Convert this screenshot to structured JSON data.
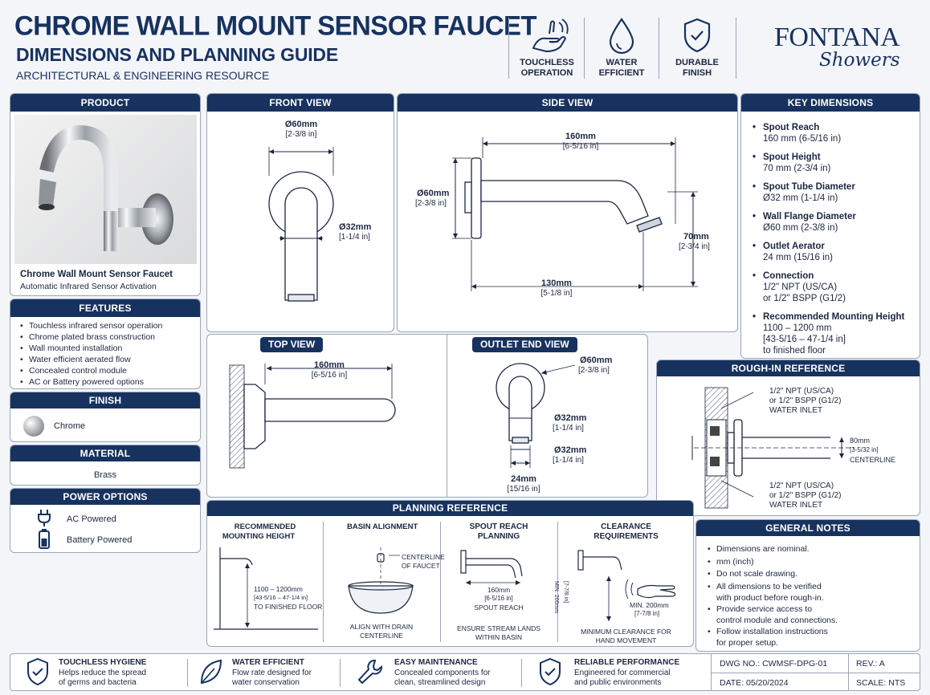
{
  "header": {
    "title": "CHROME WALL MOUNT SENSOR FAUCET",
    "subtitle": "DIMENSIONS AND PLANNING GUIDE",
    "resource": "ARCHITECTURAL & ENGINEERING RESOURCE",
    "badges": [
      {
        "icon": "touchless-hand-icon",
        "line1": "TOUCHLESS",
        "line2": "OPERATION"
      },
      {
        "icon": "water-drop-icon",
        "line1": "WATER",
        "line2": "EFFICIENT"
      },
      {
        "icon": "shield-check-icon",
        "line1": "DURABLE",
        "line2": "FINISH"
      }
    ],
    "brand_top": "FONTANA",
    "brand_bottom": "Showers"
  },
  "product": {
    "head": "PRODUCT",
    "name": "Chrome Wall Mount Sensor Faucet",
    "desc": "Automatic Infrared Sensor Activation"
  },
  "features": {
    "head": "FEATURES",
    "items": [
      "Touchless infrared sensor operation",
      "Chrome plated brass construction",
      "Wall mounted installation",
      "Water efficient aerated flow",
      "Concealed control module",
      "AC or Battery powered options"
    ]
  },
  "finish": {
    "head": "FINISH",
    "value": "Chrome"
  },
  "material": {
    "head": "MATERIAL",
    "value": "Brass"
  },
  "power": {
    "head": "POWER OPTIONS",
    "ac": "AC Powered",
    "battery": "Battery Powered"
  },
  "front": {
    "head": "FRONT VIEW",
    "d1": "Ø60mm",
    "d1b": "[2-3/8 in]",
    "d2": "Ø32mm",
    "d2b": "[1-1/4 in]"
  },
  "side": {
    "head": "SIDE VIEW",
    "reach": "160mm",
    "reach_in": "[6-5/16 in]",
    "flange": "Ø60mm",
    "flange_in": "[2-3/8 in]",
    "height": "70mm",
    "height_in": "[2-3/4 in]",
    "proj": "130mm",
    "proj_in": "[5-1/8 in]"
  },
  "top": {
    "head": "TOP VIEW",
    "reach": "160mm",
    "reach_in": "[6-5/16 in]"
  },
  "outlet": {
    "head": "OUTLET END VIEW",
    "d1": "Ø60mm",
    "d1b": "[2-3/8 in]",
    "d2": "Ø32mm",
    "d2b": "[1-1/4 in]",
    "d3": "Ø32mm",
    "d3b": "[1-1/4 in]",
    "w": "24mm",
    "wb": "[15/16 in]"
  },
  "keydims": {
    "head": "KEY DIMENSIONS",
    "items": [
      {
        "label": "Spout Reach",
        "lines": [
          "160 mm (6-5/16 in)"
        ]
      },
      {
        "label": "Spout Height",
        "lines": [
          "70 mm (2-3/4 in)"
        ]
      },
      {
        "label": "Spout Tube Diameter",
        "lines": [
          "Ø32 mm (1-1/4 in)"
        ]
      },
      {
        "label": "Wall Flange Diameter",
        "lines": [
          "Ø60 mm (2-3/8 in)"
        ]
      },
      {
        "label": "Outlet Aerator",
        "lines": [
          "24 mm (15/16 in)"
        ]
      },
      {
        "label": "Connection",
        "lines": [
          "1/2\" NPT (US/CA)",
          "or 1/2\" BSPP (G1/2)"
        ]
      },
      {
        "label": "Recommended Mounting Height",
        "lines": [
          "1100 – 1200 mm",
          "[43-5/16 – 47-1/4 in]",
          "to finished floor"
        ]
      }
    ]
  },
  "roughin": {
    "head": "ROUGH-IN REFERENCE",
    "in1a": "1/2\" NPT (US/CA)",
    "in1b": "or 1/2\" BSPP (G1/2)",
    "in1c": "WATER INLET",
    "c1": "80mm",
    "c2": "[3-5/32 in]",
    "c3": "CENTERLINE",
    "in2a": "1/2\" NPT (US/CA)",
    "in2b": "or 1/2\" BSPP (G1/2)",
    "in2c": "WATER INLET"
  },
  "planning": {
    "head": "PLANNING REFERENCE",
    "mount": {
      "t1": "RECOMMENDED",
      "t2": "MOUNTING HEIGHT",
      "v1": "1100 – 1200mm",
      "v2": "[43-5/16 – 47-1/4 in]",
      "v3": "TO FINISHED FLOOR"
    },
    "basin": {
      "t1": "BASIN ALIGNMENT",
      "c1": "CENTERLINE",
      "c2": "OF FAUCET",
      "n1": "ALIGN WITH DRAIN",
      "n2": "CENTERLINE"
    },
    "reach": {
      "t1": "SPOUT REACH",
      "t2": "PLANNING",
      "v1": "160mm",
      "v2": "[6-5/16 in]",
      "v3": "SPOUT REACH",
      "n1": "ENSURE STREAM LANDS",
      "n2": "WITHIN BASIN"
    },
    "clear": {
      "t1": "CLEARANCE",
      "t2": "REQUIREMENTS",
      "side1": "MIN. 200mm",
      "side2": "[7-7/8 in]",
      "v1": "MIN. 200mm",
      "v2": "[7-7/8 in]",
      "n1": "MINIMUM CLEARANCE FOR",
      "n2": "HAND MOVEMENT"
    }
  },
  "notes": {
    "head": "GENERAL NOTES",
    "items": [
      "Dimensions are nominal.",
      "mm (inch)",
      "Do not scale drawing.",
      "All dimensions to be verified|with product before rough-in.",
      "Provide service access to|control module and connections.",
      "Follow installation instructions|for proper setup."
    ]
  },
  "footer": {
    "items": [
      {
        "icon": "shield-check-icon",
        "title": "TOUCHLESS HYGIENE",
        "l1": "Helps reduce the spread",
        "l2": "of germs and bacteria"
      },
      {
        "icon": "leaf-icon",
        "title": "WATER EFFICIENT",
        "l1": "Flow rate designed for",
        "l2": "water conservation"
      },
      {
        "icon": "wrench-icon",
        "title": "EASY MAINTENANCE",
        "l1": "Concealed components for",
        "l2": "clean, streamlined design"
      },
      {
        "icon": "shield-check-icon",
        "title": "RELIABLE PERFORMANCE",
        "l1": "Engineered for commercial",
        "l2": "and public environments"
      }
    ],
    "dwg": "DWG NO.: CWMSF-DPG-01",
    "rev": "REV.: A",
    "date": "DATE: 05/20/2024",
    "scale": "SCALE: NTS"
  },
  "colors": {
    "navy": "#17325f",
    "line": "#1b2740"
  }
}
